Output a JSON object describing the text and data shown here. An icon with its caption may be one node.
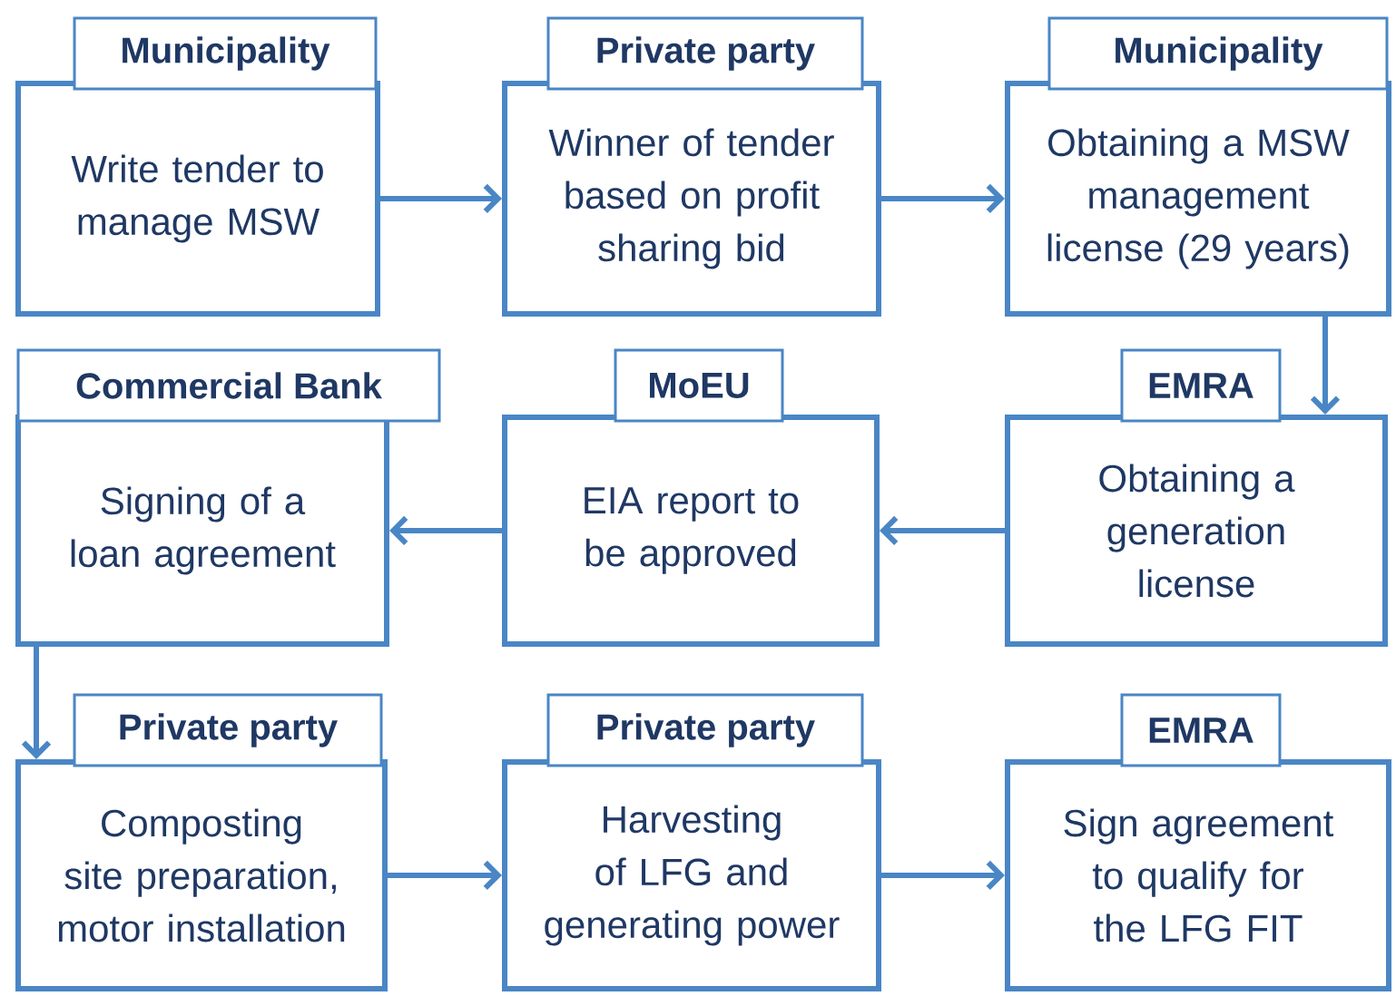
{
  "diagram": {
    "nodes": [
      {
        "text": [
          "Municipality",
          "Write tender to manage MSW"
        ]
      },
      {
        "text": [
          "Private party",
          "Winner of tender based on profit sharing bid"
        ]
      },
      {
        "text": [
          "Municipality",
          "Obtaining a MSW management license (29 years)"
        ]
      },
      {
        "text": [
          "Commercial Bank",
          "Signing of a loan agreement"
        ]
      },
      {
        "text": [
          "MoEU",
          "EIA report to be approved"
        ]
      },
      {
        "text": [
          "EMRA",
          "Obtaining a generation license"
        ]
      },
      {
        "text": [
          "Private party",
          "Composting site preparation, motor installation"
        ]
      },
      {
        "text": [
          "Private party",
          "Harvesting of LFG and generating power"
        ]
      },
      {
        "text": [
          "EMRA",
          "Sign agreement to qualify for the LFG FIT"
        ]
      }
    ],
    "edges": [
      {
        "from": 0,
        "to": 1,
        "arrow": "to"
      },
      {
        "from": 1,
        "to": 2,
        "arrow": "to"
      },
      {
        "from": 2,
        "to": 5,
        "arrow": "to"
      },
      {
        "from": 5,
        "to": 4,
        "arrow": "to"
      },
      {
        "from": 4,
        "to": 3,
        "arrow": "to"
      },
      {
        "from": 3,
        "to": 6,
        "arrow": "to"
      },
      {
        "from": 6,
        "to": 7,
        "arrow": "to"
      },
      {
        "from": 7,
        "to": 8,
        "arrow": "to"
      }
    ]
  }
}
